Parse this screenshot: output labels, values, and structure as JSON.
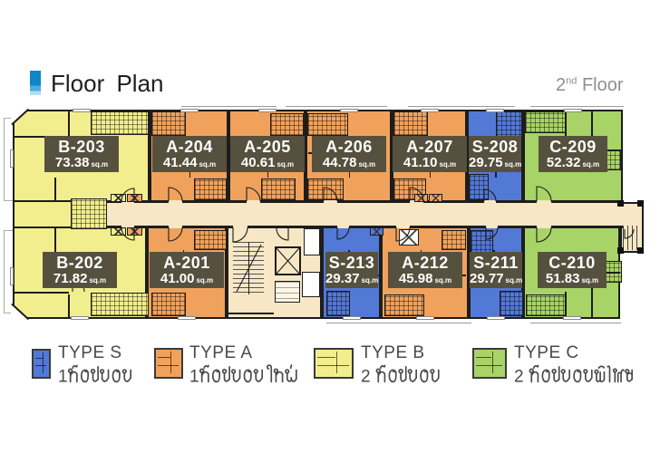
{
  "header": {
    "title": "Floor Plan",
    "floor_number": "2",
    "floor_suffix": "nd",
    "floor_word": "Floor"
  },
  "area_unit": "sq.m",
  "colors": {
    "type_s_blue": "#5379d6",
    "type_a_orange": "#f0a25c",
    "type_b_yellow": "#f2ee8d",
    "type_c_green": "#a8d467",
    "corridor_beige": "#f7e7c5",
    "label_box": "#56513e",
    "wall": "#1d1d1d",
    "title_icon_blue": "#0e86c8",
    "legend_text": "#4a4a4a"
  },
  "units": [
    {
      "id": "B-203",
      "area": "73.38",
      "type": "B",
      "row": "top"
    },
    {
      "id": "A-204",
      "area": "41.44",
      "type": "A",
      "row": "top"
    },
    {
      "id": "A-205",
      "area": "40.61",
      "type": "A",
      "row": "top"
    },
    {
      "id": "A-206",
      "area": "44.78",
      "type": "A",
      "row": "top"
    },
    {
      "id": "A-207",
      "area": "41.10",
      "type": "A",
      "row": "top"
    },
    {
      "id": "S-208",
      "area": "29.75",
      "type": "S",
      "row": "top"
    },
    {
      "id": "C-209",
      "area": "52.32",
      "type": "C",
      "row": "top"
    },
    {
      "id": "B-202",
      "area": "71.82",
      "type": "B",
      "row": "bottom"
    },
    {
      "id": "A-201",
      "area": "41.00",
      "type": "A",
      "row": "bottom"
    },
    {
      "id": "S-213",
      "area": "29.37",
      "type": "S",
      "row": "bottom"
    },
    {
      "id": "A-212",
      "area": "45.98",
      "type": "A",
      "row": "bottom"
    },
    {
      "id": "S-211",
      "area": "29.77",
      "type": "S",
      "row": "bottom"
    },
    {
      "id": "C-210",
      "area": "51.83",
      "type": "C",
      "row": "bottom"
    }
  ],
  "legend": [
    {
      "label": "TYPE S",
      "desc": "1ห้องนอน",
      "type": "S"
    },
    {
      "label": "TYPE A",
      "desc": "1ห้องนอนใหญ่",
      "type": "A"
    },
    {
      "label": "TYPE B",
      "desc": "2 ห้องนอน",
      "type": "B"
    },
    {
      "label": "TYPE C",
      "desc": "2 ห้องนอนพิเศษ",
      "type": "C"
    }
  ]
}
